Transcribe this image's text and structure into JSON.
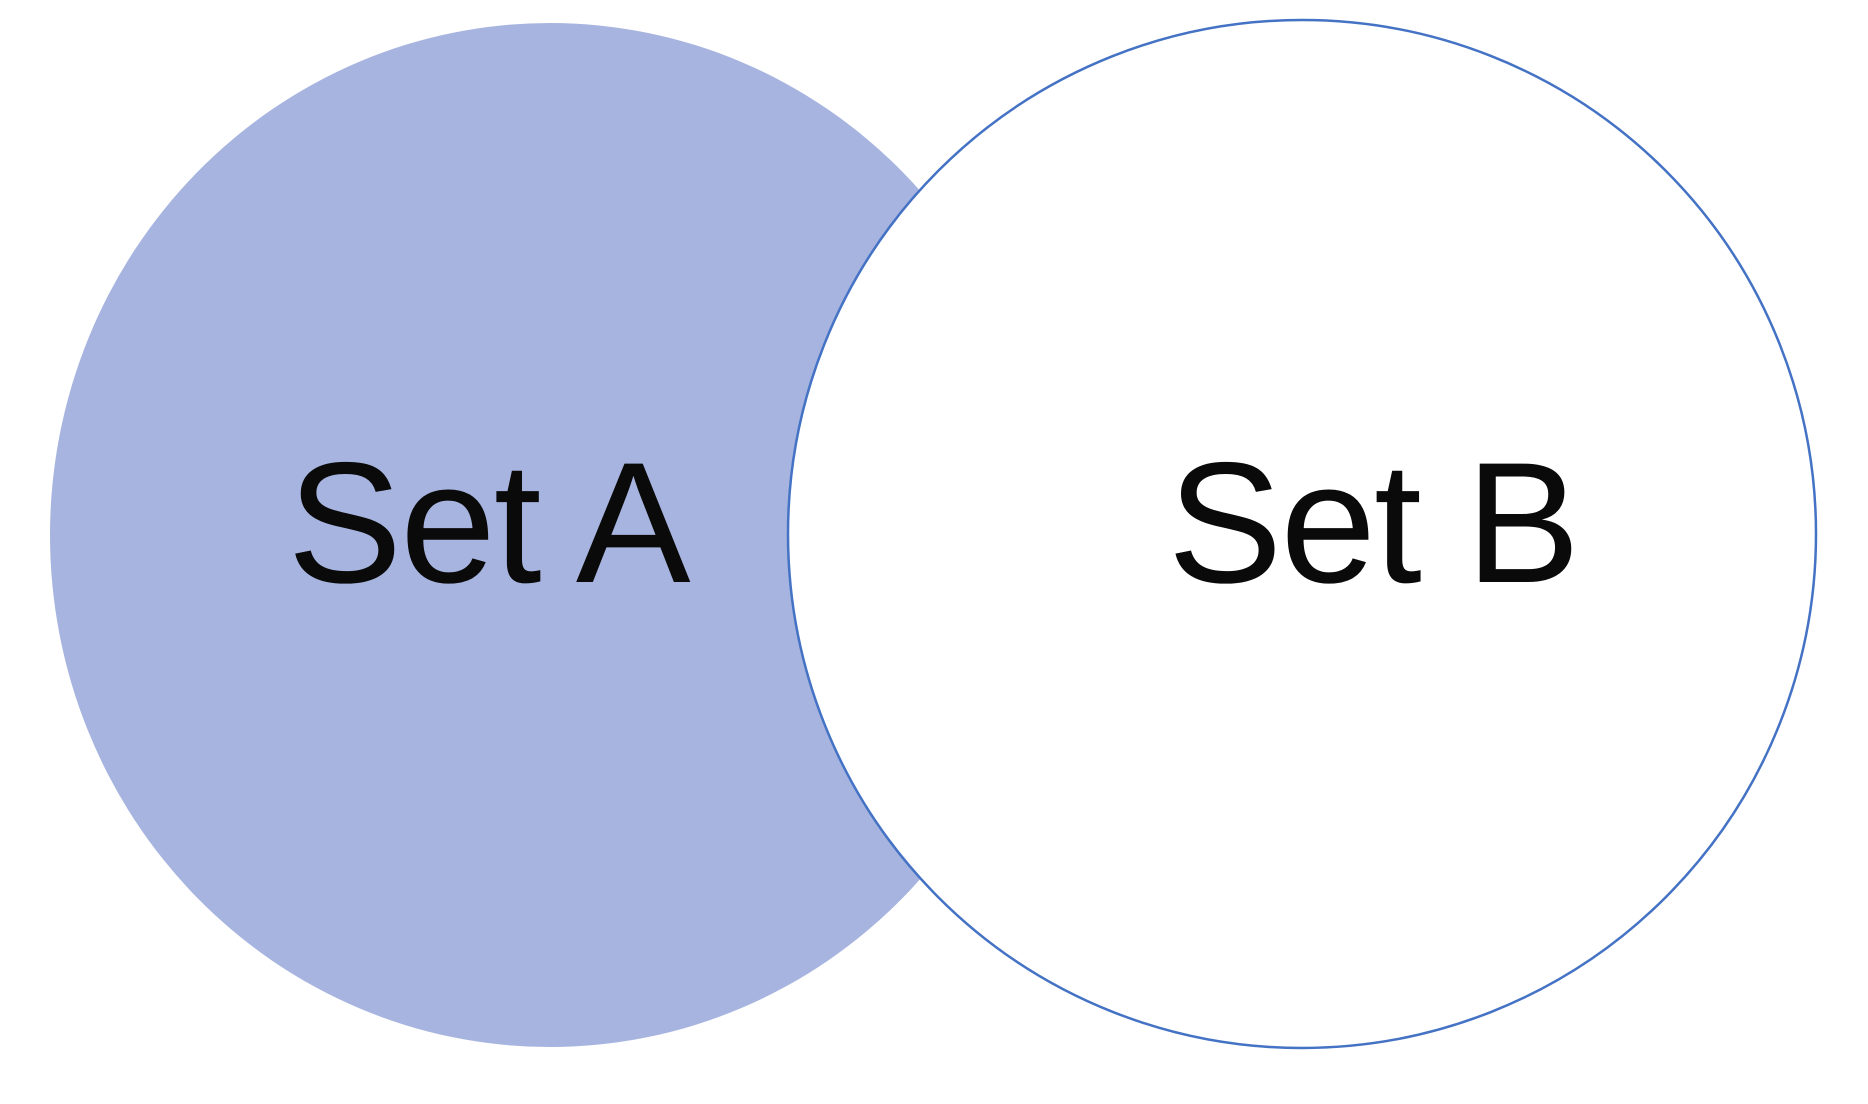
{
  "diagram": {
    "type": "venn-overlapping-circles",
    "sets": [
      {
        "id": "A",
        "label": "Set A"
      },
      {
        "id": "B",
        "label": "Set B"
      }
    ]
  },
  "labels": {
    "set_a": "Set A",
    "set_b": "Set B"
  },
  "colors": {
    "set_a_fill": "#a6b4df",
    "set_b_fill": "#ffffff",
    "set_b_outline": "#4472c4",
    "label_text": "#0a0a0a",
    "background": "#ffffff"
  }
}
